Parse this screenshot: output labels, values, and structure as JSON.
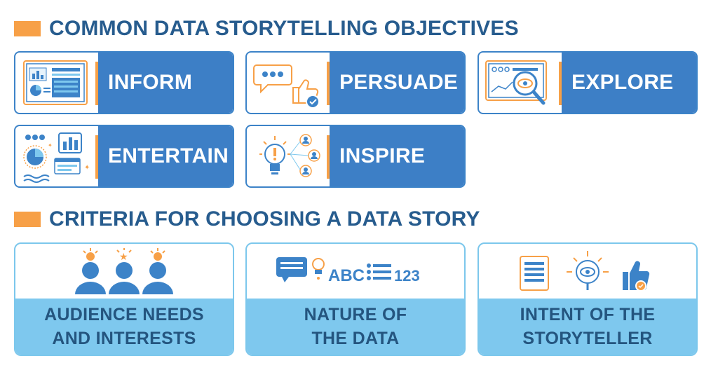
{
  "objectives_section": {
    "title": "COMMON DATA STORYTELLING OBJECTIVES"
  },
  "objectives": [
    {
      "label": "INFORM",
      "icon": "dashboard-report-icon"
    },
    {
      "label": "PERSUADE",
      "icon": "speech-bubble-thumbs-up-icon"
    },
    {
      "label": "EXPLORE",
      "icon": "magnifier-eye-icon"
    },
    {
      "label": "ENTERTAIN",
      "icon": "dashboard-charts-icon"
    },
    {
      "label": "INSPIRE",
      "icon": "lightbulb-people-icon"
    }
  ],
  "criteria_section": {
    "title": "CRITERIA FOR CHOOSING A DATA STORY"
  },
  "criteria": [
    {
      "line1": "AUDIENCE NEEDS",
      "line2": "AND INTERESTS",
      "icon": "audience-heads-icon"
    },
    {
      "line1": "NATURE OF",
      "line2": "THE DATA",
      "icon": "data-types-icon",
      "icon_text": {
        "letters": "ABC",
        "numbers": "123"
      }
    },
    {
      "line1": "INTENT OF THE",
      "line2": "STORYTELLER",
      "icon": "document-eye-thumbs-up-icon"
    }
  ],
  "colors": {
    "accent_orange": "#f7a047",
    "dark_blue": "#3d7fc6",
    "title_blue": "#275c8e",
    "light_blue": "#7ec8ee",
    "text_dark": "#24557f"
  }
}
